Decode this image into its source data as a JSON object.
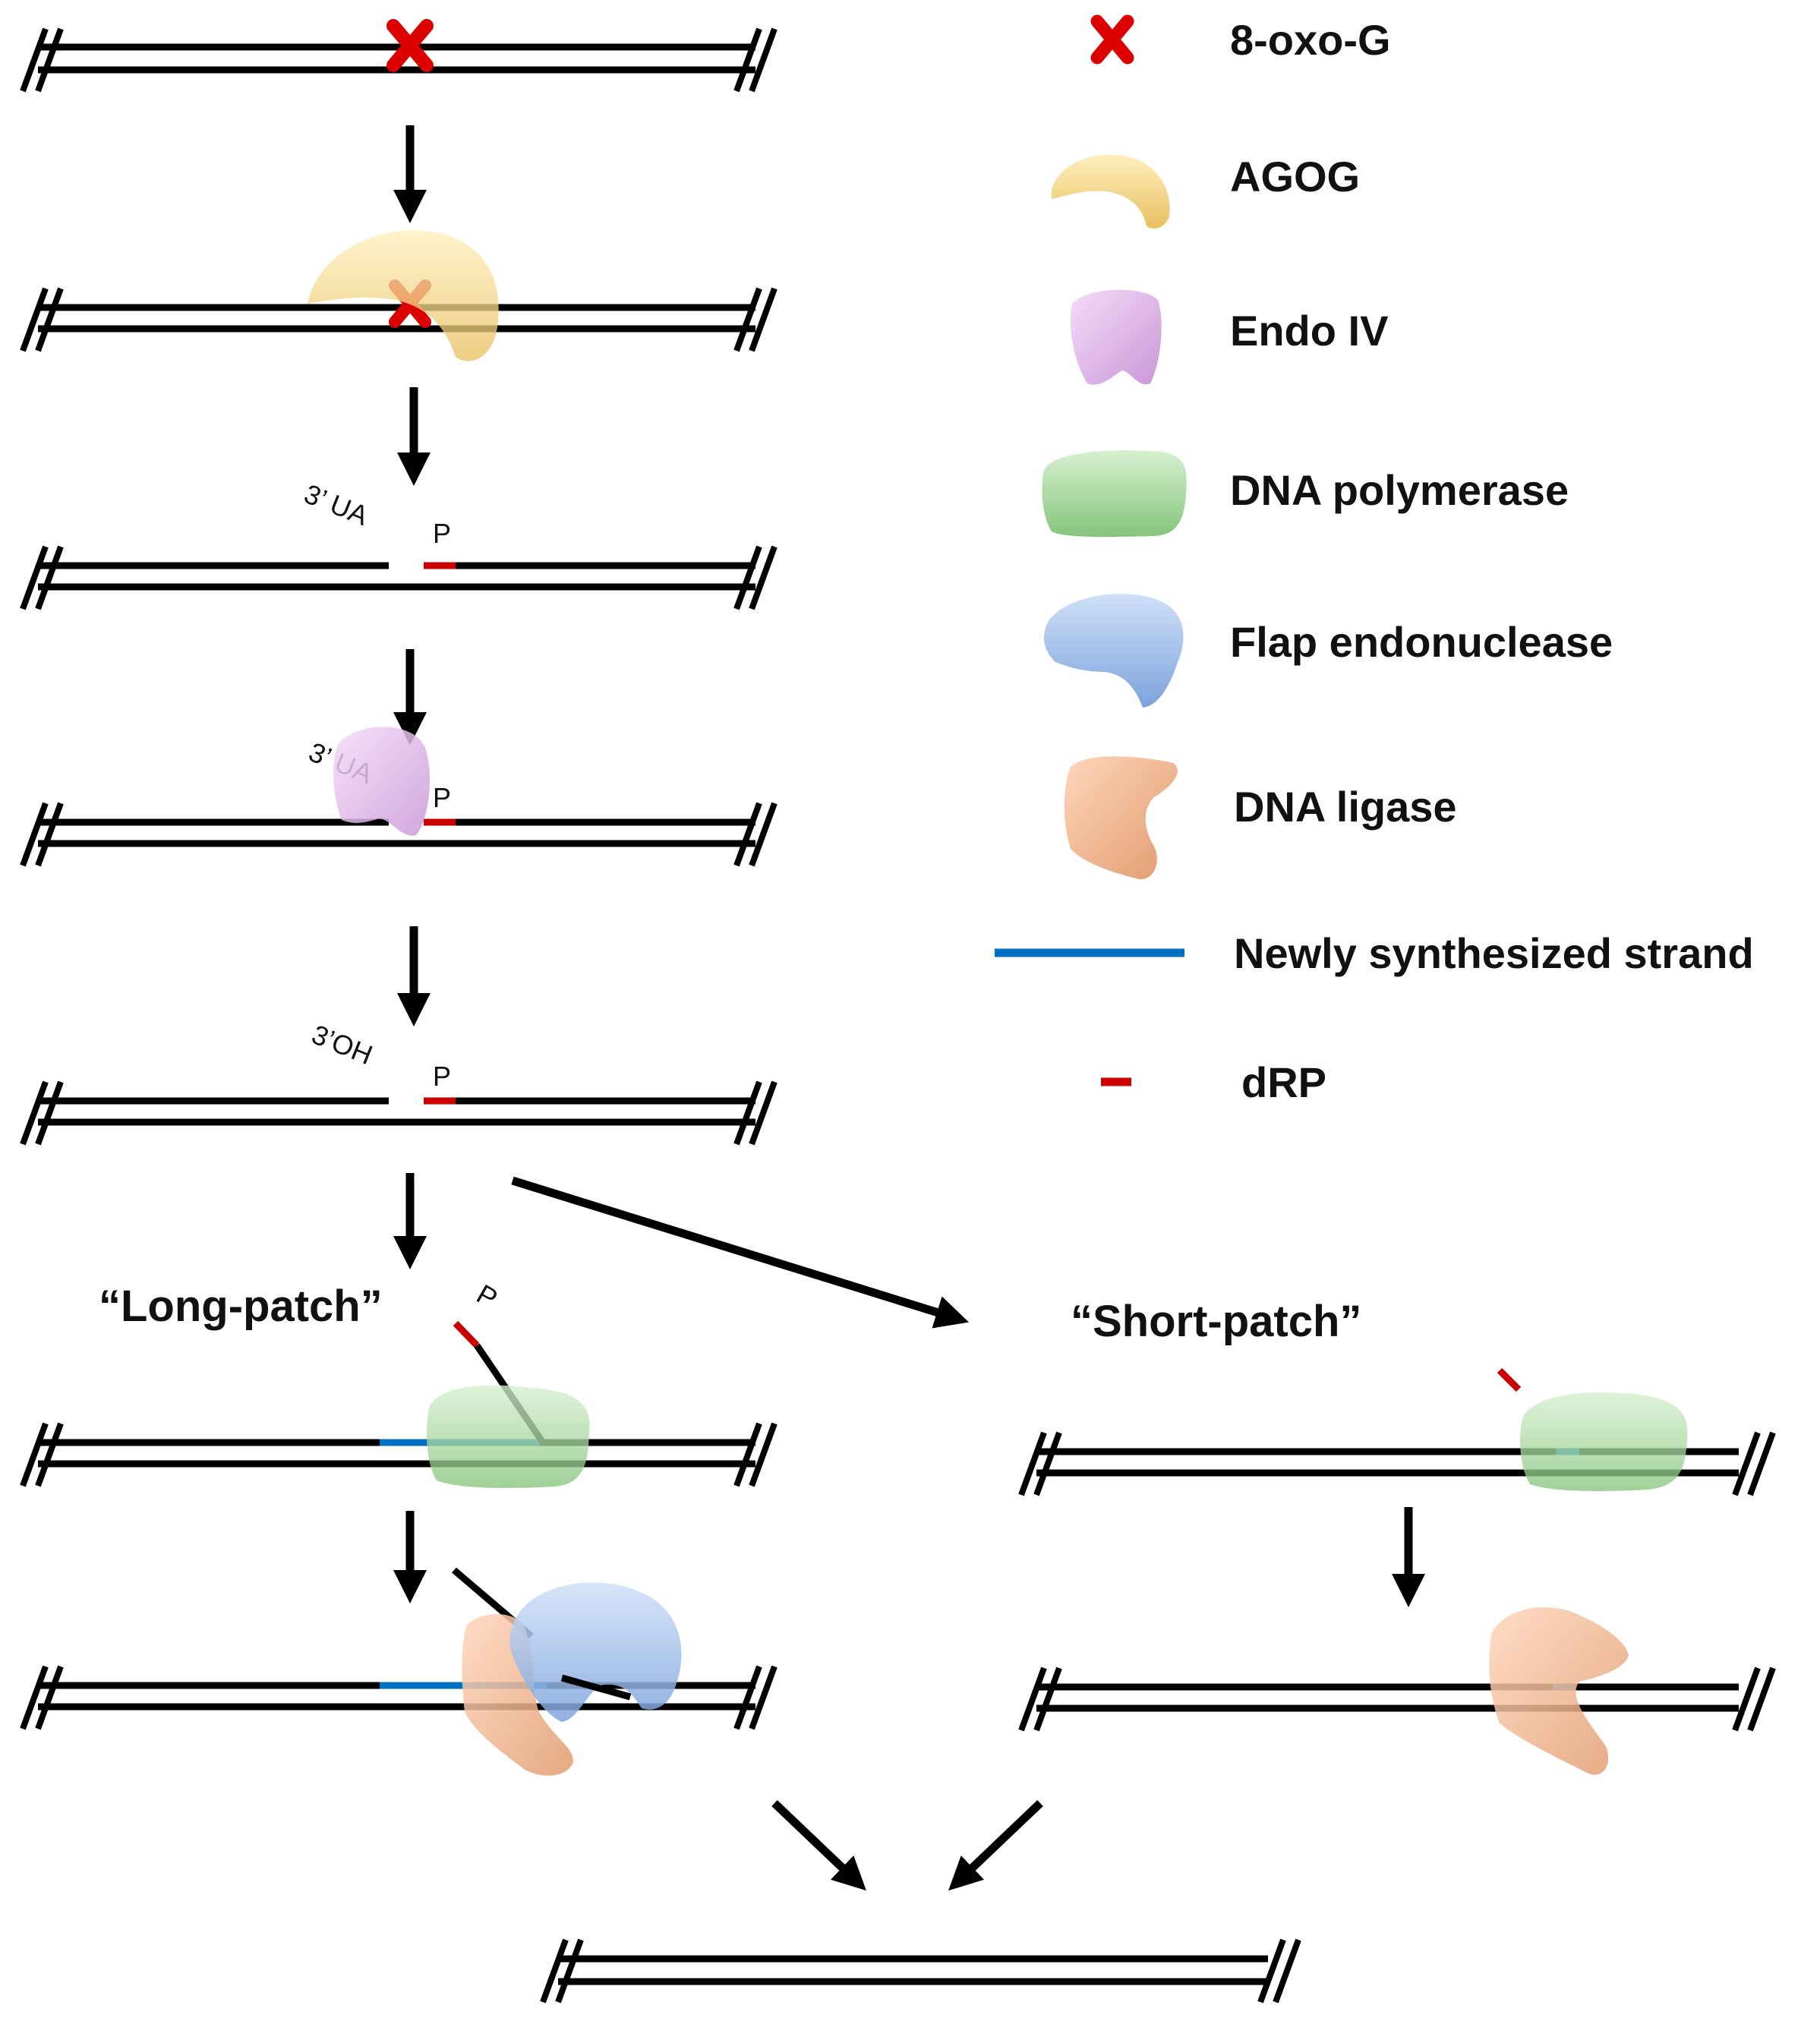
{
  "colors": {
    "strand": "#000000",
    "damage": "#dd0000",
    "new_strand": "#0070c0",
    "drp": "#cc0000",
    "agog": "#f5d27a",
    "endo_iv": "#e6b8ee",
    "dna_polymerase": "#a8dba0",
    "flap_endonuclease": "#9dbbe8",
    "dna_ligase": "#f2b48a"
  },
  "legend": {
    "items": [
      {
        "label": "8-oxo-G",
        "icon": "red-x-icon"
      },
      {
        "label": "AGOG",
        "icon": "agog-crescent-icon"
      },
      {
        "label": "Endo IV",
        "icon": "endo-iv-blob-icon"
      },
      {
        "label": "DNA polymerase",
        "icon": "dna-polymerase-blob-icon"
      },
      {
        "label": "Flap endonuclease",
        "icon": "flap-endonuclease-blob-icon"
      },
      {
        "label": "DNA ligase",
        "icon": "dna-ligase-blob-icon"
      },
      {
        "label": "Newly synthesized strand",
        "icon": "blue-line-icon"
      },
      {
        "label": "dRP",
        "icon": "red-dash-icon"
      }
    ]
  },
  "steps": {
    "nick1_end": "3’ UA",
    "nick1_p": "P",
    "endo_end": "3’ UA",
    "endo_p": "P",
    "oh_end": "3’OH",
    "oh_p": "P",
    "long_patch": "“Long-patch”",
    "long_p": "P",
    "short_patch": "“Short-patch”"
  }
}
